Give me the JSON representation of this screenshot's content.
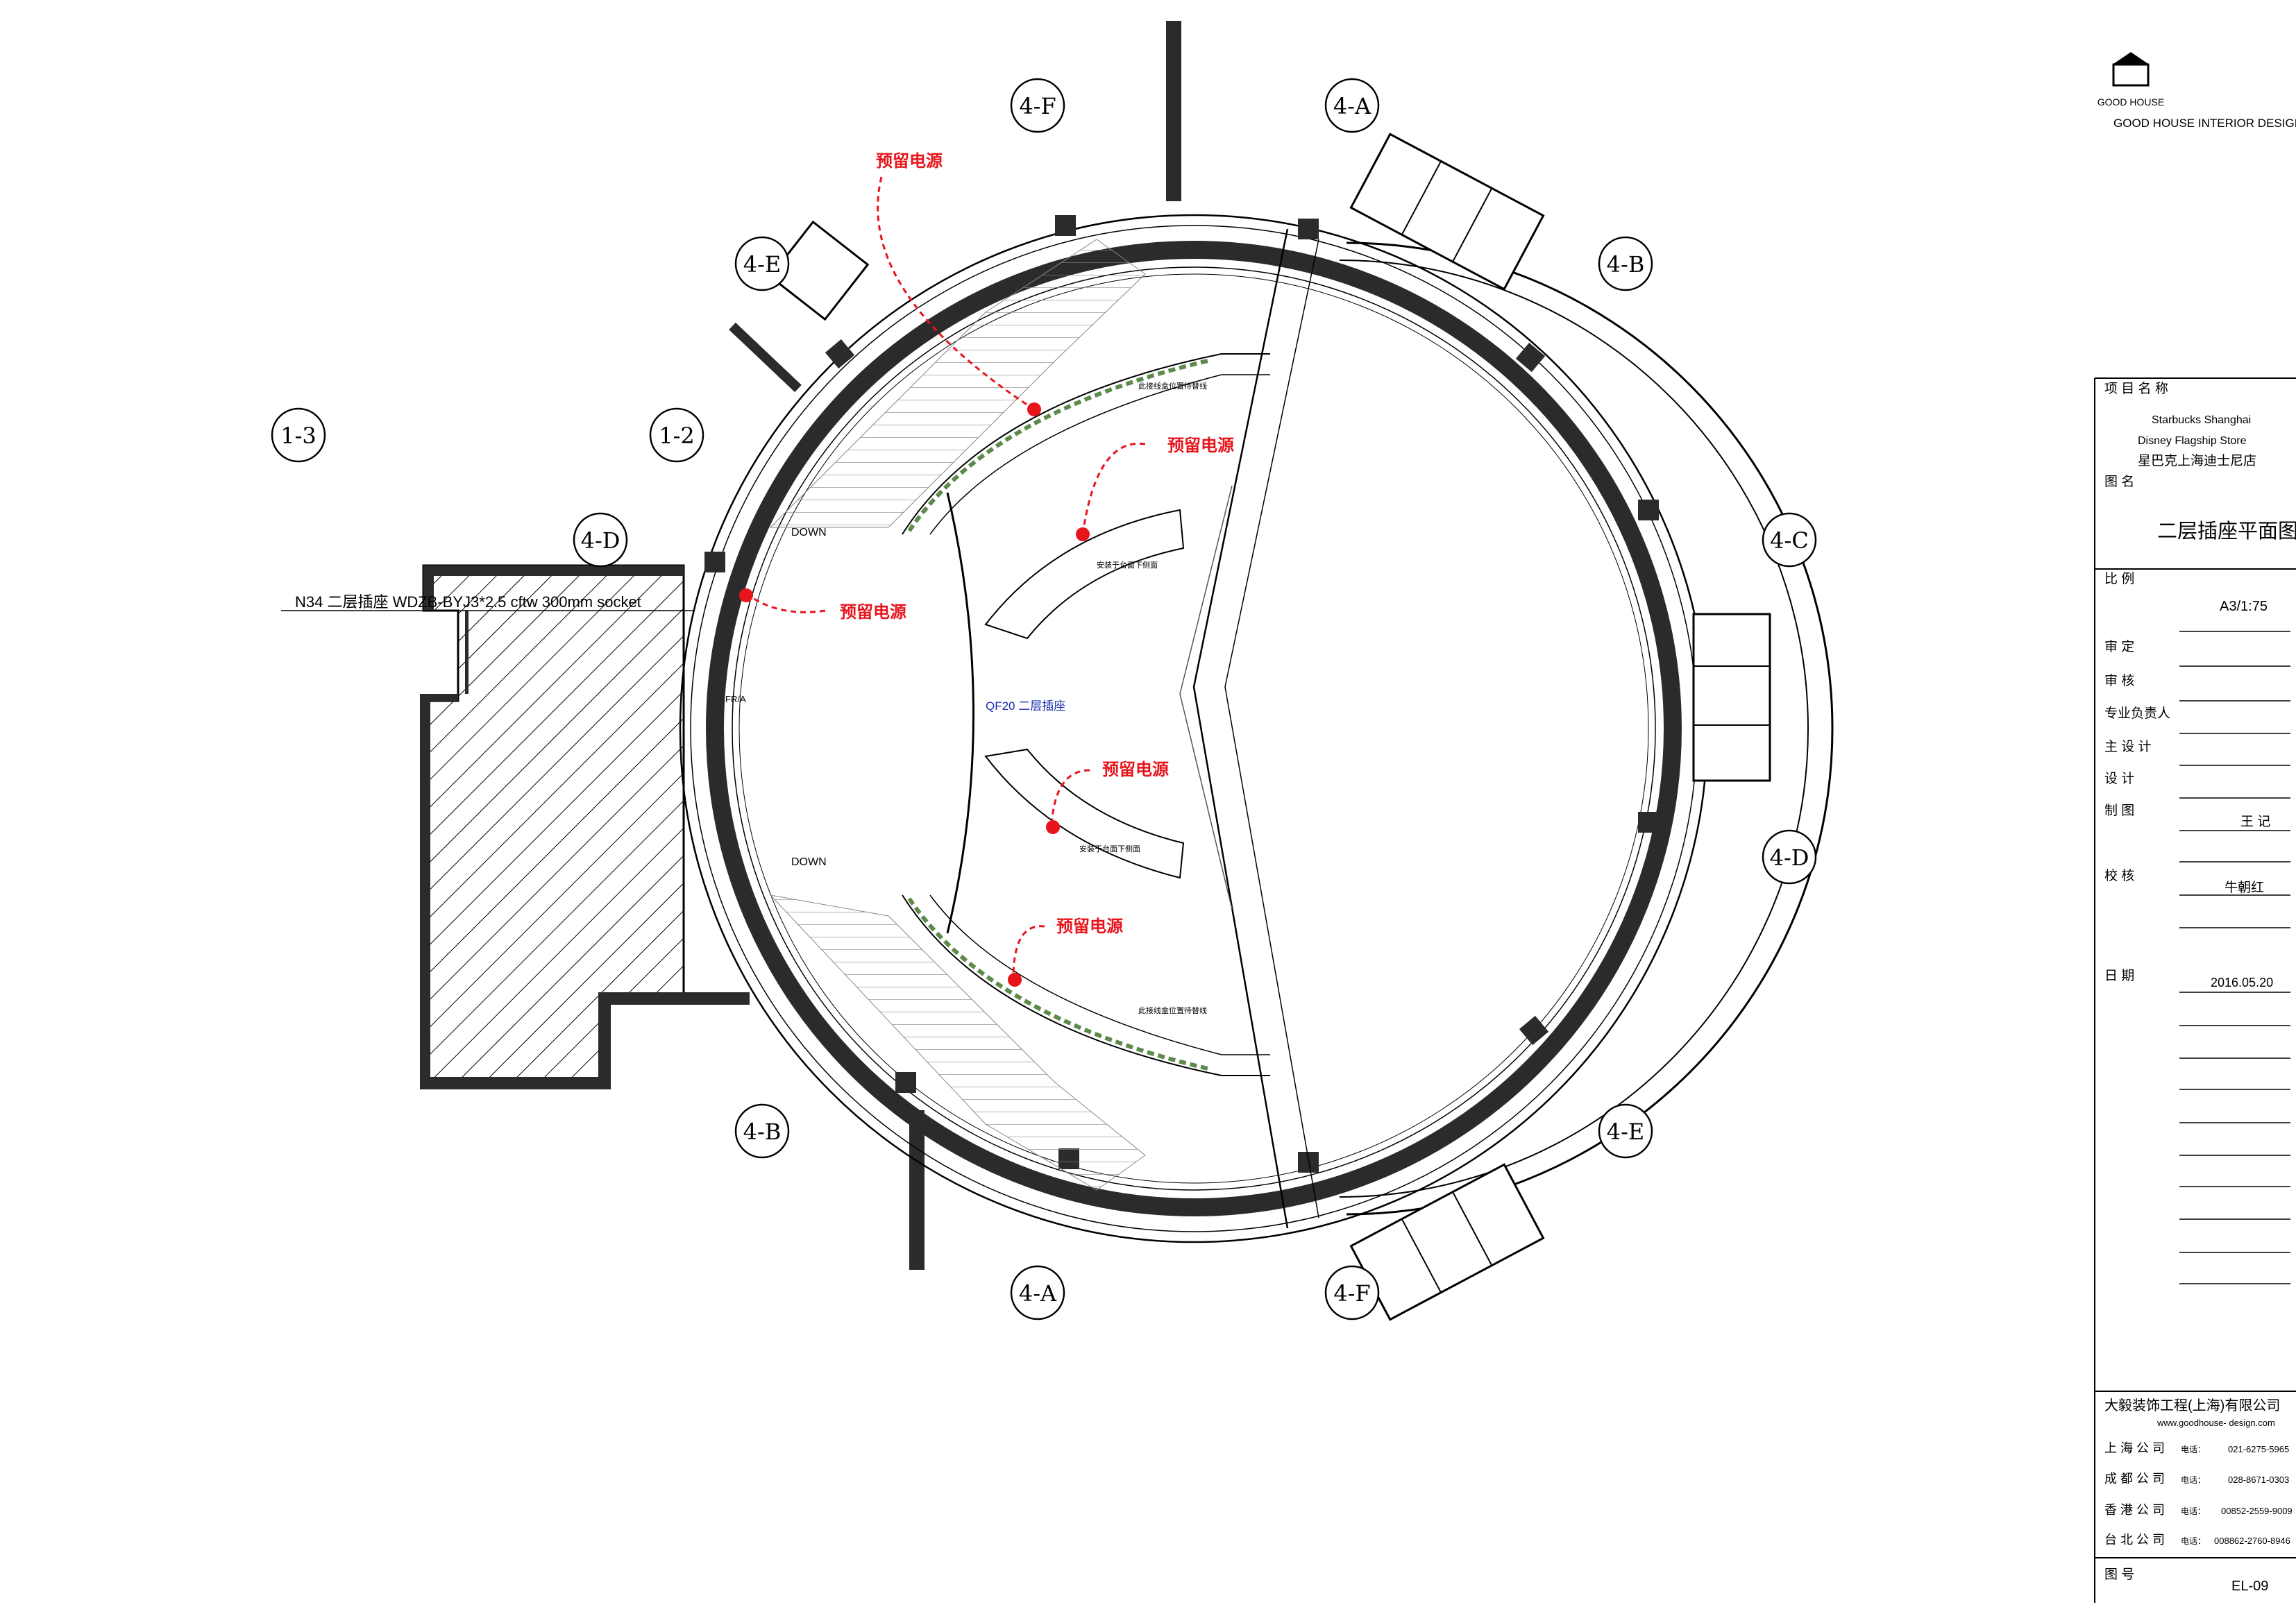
{
  "brand": {
    "logo_text": "GOOD HOUSE",
    "name": "GOOD HOUSE INTERIOR DESIGN"
  },
  "grid_labels": {
    "top_left": "4-F",
    "top_right": "4-A",
    "upper_left": "4-E",
    "upper_right": "4-B",
    "left_outer": "1-3",
    "left_inner": "1-2",
    "left_mid": "4-D",
    "right_upper": "4-C",
    "right_lower": "4-D",
    "lower_left": "4-B",
    "lower_right": "4-E",
    "bottom_left": "4-A",
    "bottom_right": "4-F"
  },
  "annotations": {
    "reserve_power": "预留电源",
    "socket_circuit": "QF20 二层插座",
    "cable_spec": "N34  二层插座  WDZB-BYJ3*2.5  cftw  300mm  socket",
    "down_label": "DOWN",
    "counter_note": "安装于台面下侧面",
    "rail_note": "此接线盒位置待替线",
    "door_label": "FR/A"
  },
  "title_block": {
    "project_label": "项 目 名 称",
    "project_en_1": "Starbucks Shanghai",
    "project_en_2": "Disney Flagship Store",
    "project_cn": "星巴克上海迪士尼店",
    "drawing_name_label": "图       名",
    "drawing_name": "二层插座平面图",
    "scale_label": "比       例",
    "scale": "A3/1:75",
    "approve_label": "审       定",
    "review_label": "审       核",
    "lead_label": "专业负责人",
    "chief_design_label": "主   设   计",
    "design_label": "设       计",
    "drawn_label": "制       图",
    "drawn_by": "王 记",
    "check_label": "校       核",
    "checked_by": "牛朝红",
    "date_label": "日       期",
    "date": "2016.05.20",
    "company": "大毅装饰工程(上海)有限公司",
    "website": "www.goodhouse- design.com",
    "offices": [
      {
        "name": "上 海 公 司",
        "tel_label": "电话：",
        "tel": "021-6275-5965"
      },
      {
        "name": "成 都 公 司",
        "tel_label": "电话：",
        "tel": "028-8671-0303"
      },
      {
        "name": "香 港 公 司",
        "tel_label": "电话：",
        "tel": "00852-2559-9009"
      },
      {
        "name": "台 北 公 司",
        "tel_label": "电话：",
        "tel": "008862-2760-8946"
      }
    ],
    "sheet_no_label": "图       号",
    "sheet_no": "EL-09"
  },
  "colors": {
    "line": "#000000",
    "wall_fill": "#2b2b2b",
    "annotation_red": "#e8141c",
    "annotation_blue": "#1a2fb0",
    "planter_green": "#5b8a4a"
  }
}
